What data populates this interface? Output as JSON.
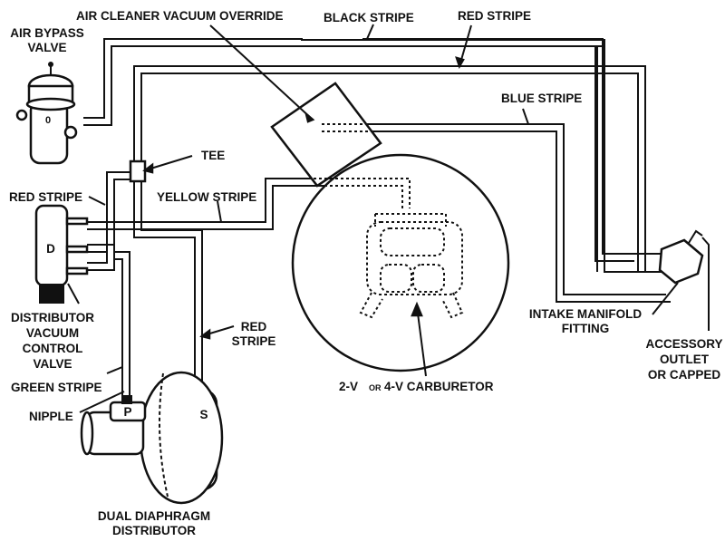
{
  "diagram": {
    "title": "Vacuum hose routing",
    "labels": {
      "air_cleaner_vacuum_override": "AIR CLEANER VACUUM OVERRIDE",
      "black_stripe": "BLACK STRIPE",
      "red_stripe_top": "RED STRIPE",
      "air_bypass_valve_1": "AIR BYPASS",
      "air_bypass_valve_2": "VALVE",
      "blue_stripe": "BLUE STRIPE",
      "tee": "TEE",
      "red_stripe_left": "RED STRIPE",
      "yellow_stripe": "YELLOW STRIPE",
      "dvcv_1": "DISTRIBUTOR",
      "dvcv_2": "VACUUM",
      "dvcv_3": "CONTROL",
      "dvcv_4": "VALVE",
      "red_stripe_mid_1": "RED",
      "red_stripe_mid_2": "STRIPE",
      "green_stripe": "GREEN STRIPE",
      "nipple": "NIPPLE",
      "carb_a": "2-V",
      "carb_or": "OR",
      "carb_b": "4-V CARBURETOR",
      "intake_1": "INTAKE MANIFOLD",
      "intake_2": "FITTING",
      "accessory_1": "ACCESSORY",
      "accessory_2": "OUTLET",
      "accessory_3": "OR CAPPED",
      "dist_1": "DUAL DIAPHRAGM",
      "dist_2": "DISTRIBUTOR",
      "valve_d": "D",
      "port_p": "P",
      "port_s": "S"
    }
  }
}
